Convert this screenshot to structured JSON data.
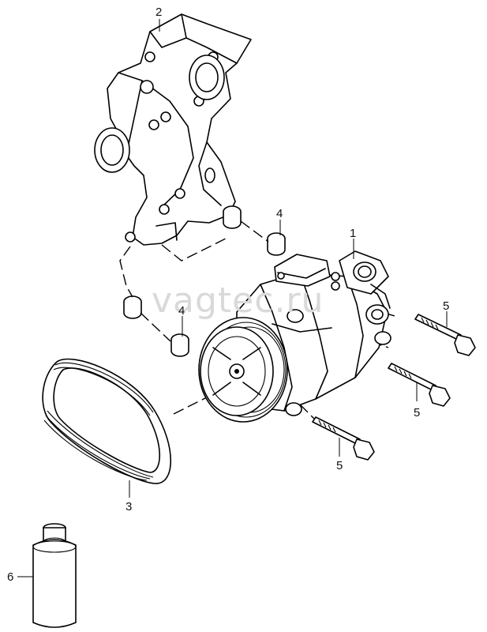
{
  "watermark": "vagtec.ru",
  "callouts": {
    "p1": "1",
    "p2": "2",
    "p3": "3",
    "p4a": "4",
    "p4b": "4",
    "p5a": "5",
    "p5b": "5",
    "p5c": "5",
    "p6": "6"
  }
}
